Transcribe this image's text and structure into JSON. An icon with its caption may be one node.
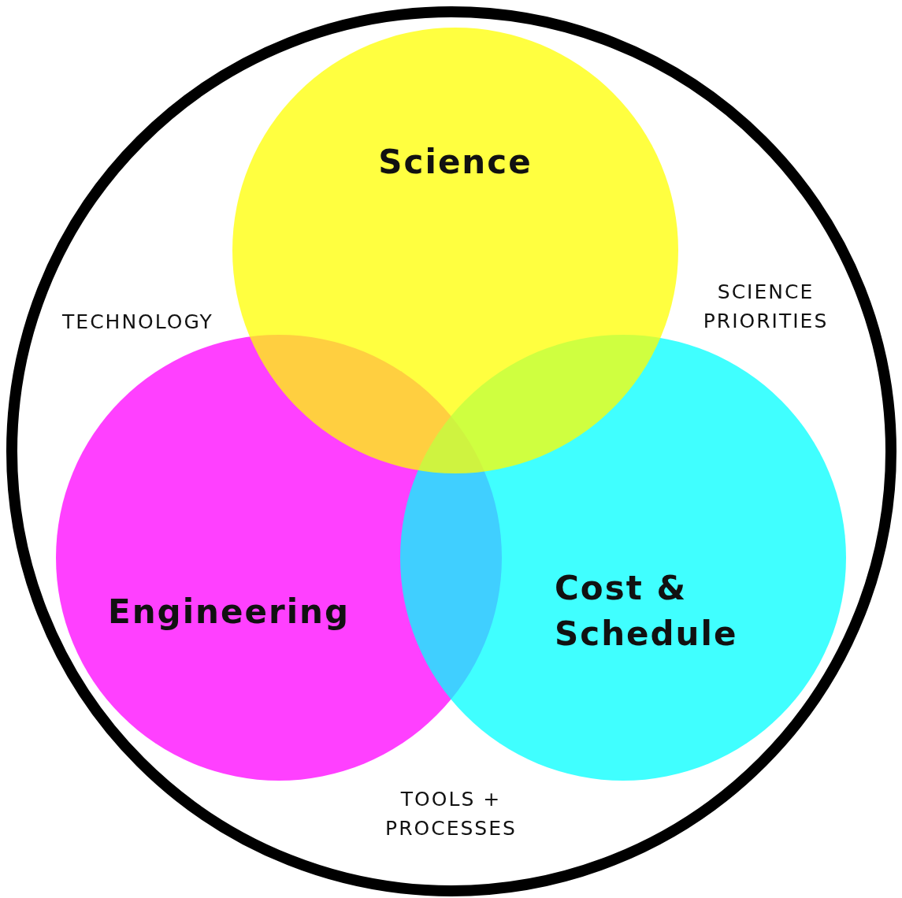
{
  "diagram": {
    "nodes": [
      {
        "text": [],
        "shape": "circle"
      },
      {
        "text": [
          "Science"
        ],
        "in": 0
      },
      {
        "text": [
          "Engineering"
        ],
        "in": 0
      },
      {
        "text": [
          "Cost & Schedule"
        ],
        "in": 0
      }
    ],
    "labels": [
      "TECHNOLOGY",
      "SCIENCE PRIORITIES",
      "TOOLS + PROCESSES"
    ]
  }
}
